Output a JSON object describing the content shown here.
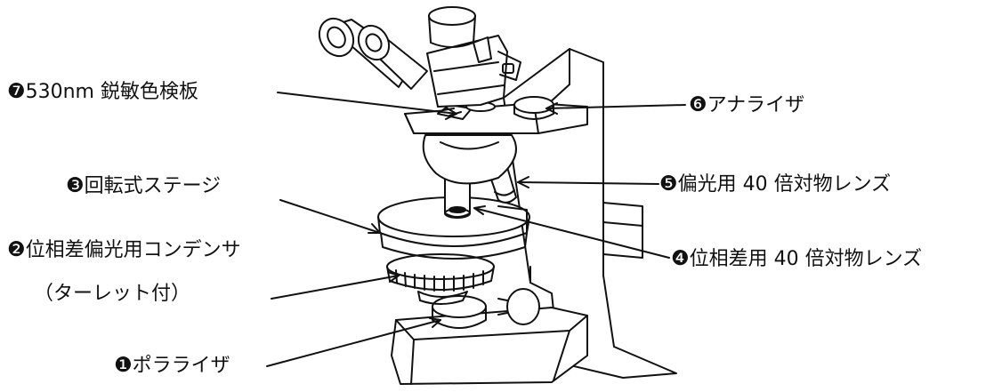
{
  "colors": {
    "ink": "#111111",
    "background": "#ffffff"
  },
  "labels": {
    "l7": {
      "marker": "❼",
      "text": "530nm 鋭敏色検板"
    },
    "l6": {
      "marker": "❻",
      "text": "アナライザ"
    },
    "l3": {
      "marker": "❸",
      "text": "回転式ステージ"
    },
    "l5": {
      "marker": "❺",
      "text": "偏光用 40 倍対物レンズ"
    },
    "l2": {
      "marker": "❷",
      "text": "位相差偏光用コンデンサ"
    },
    "l2b": {
      "text": "（ターレット付）"
    },
    "l4": {
      "marker": "❹",
      "text": "位相差用 40 倍対物レンズ"
    },
    "l1": {
      "marker": "❶",
      "text": "ポラライザ"
    }
  }
}
